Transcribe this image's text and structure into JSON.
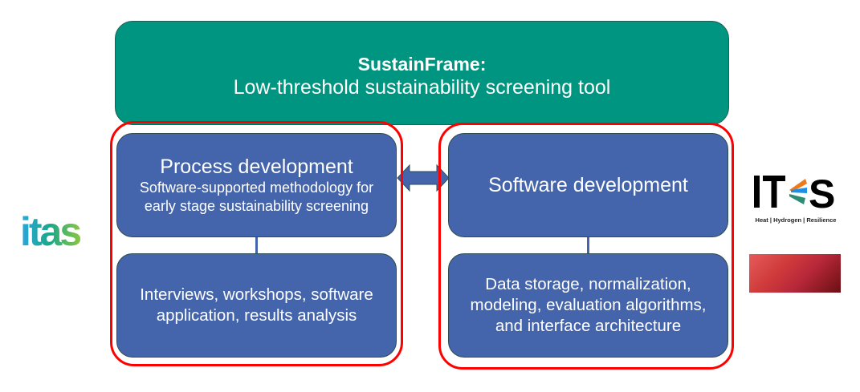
{
  "header": {
    "title": "SustainFrame:",
    "subtitle": "Low-threshold sustainability screening tool"
  },
  "process_development": {
    "title": "Process development",
    "description": "Software-supported methodology for early stage sustainability screening",
    "activities": "Interviews, workshops, software application, results analysis"
  },
  "software_development": {
    "title": "Software development",
    "activities": "Data storage, normalization, modeling, evaluation algorithms, and interface architecture"
  },
  "logos": {
    "left": "itas",
    "right": {
      "name": "ITES",
      "tagline": "Heat | Hydrogen | Resilience"
    }
  },
  "colors": {
    "header_fill": "#009580",
    "box_fill": "#4464ab",
    "highlight_outline": "#ff0000",
    "ites_orange": "#f07a1a",
    "ites_blue": "#1e8fe8",
    "ites_teal": "#2e8b74"
  }
}
